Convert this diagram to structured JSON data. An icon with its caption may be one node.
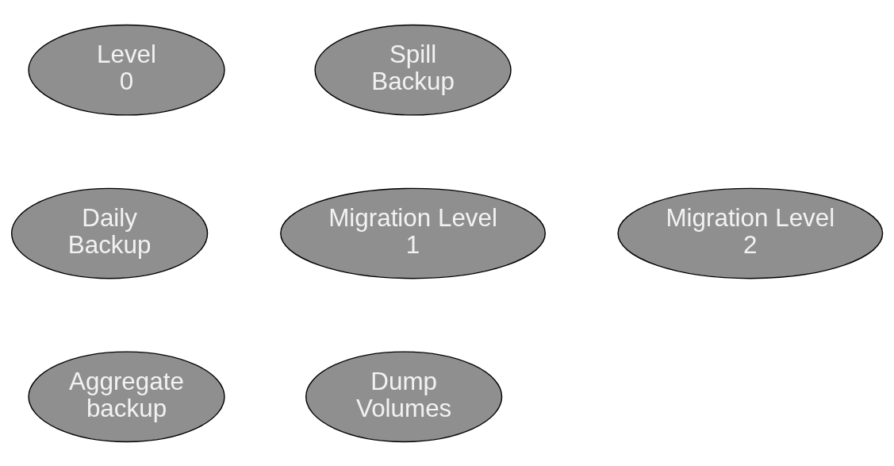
{
  "diagram": {
    "nodes": [
      {
        "text": [
          "Level 0"
        ]
      },
      {
        "text": [
          "Spill Backup"
        ]
      },
      {
        "text": [
          "Daily Backup"
        ]
      },
      {
        "text": [
          "Migration Level 1"
        ]
      },
      {
        "text": [
          "Migration Level 2"
        ]
      },
      {
        "text": [
          "Aggregate backup"
        ]
      },
      {
        "text": [
          "Dump Volumes"
        ]
      }
    ]
  }
}
